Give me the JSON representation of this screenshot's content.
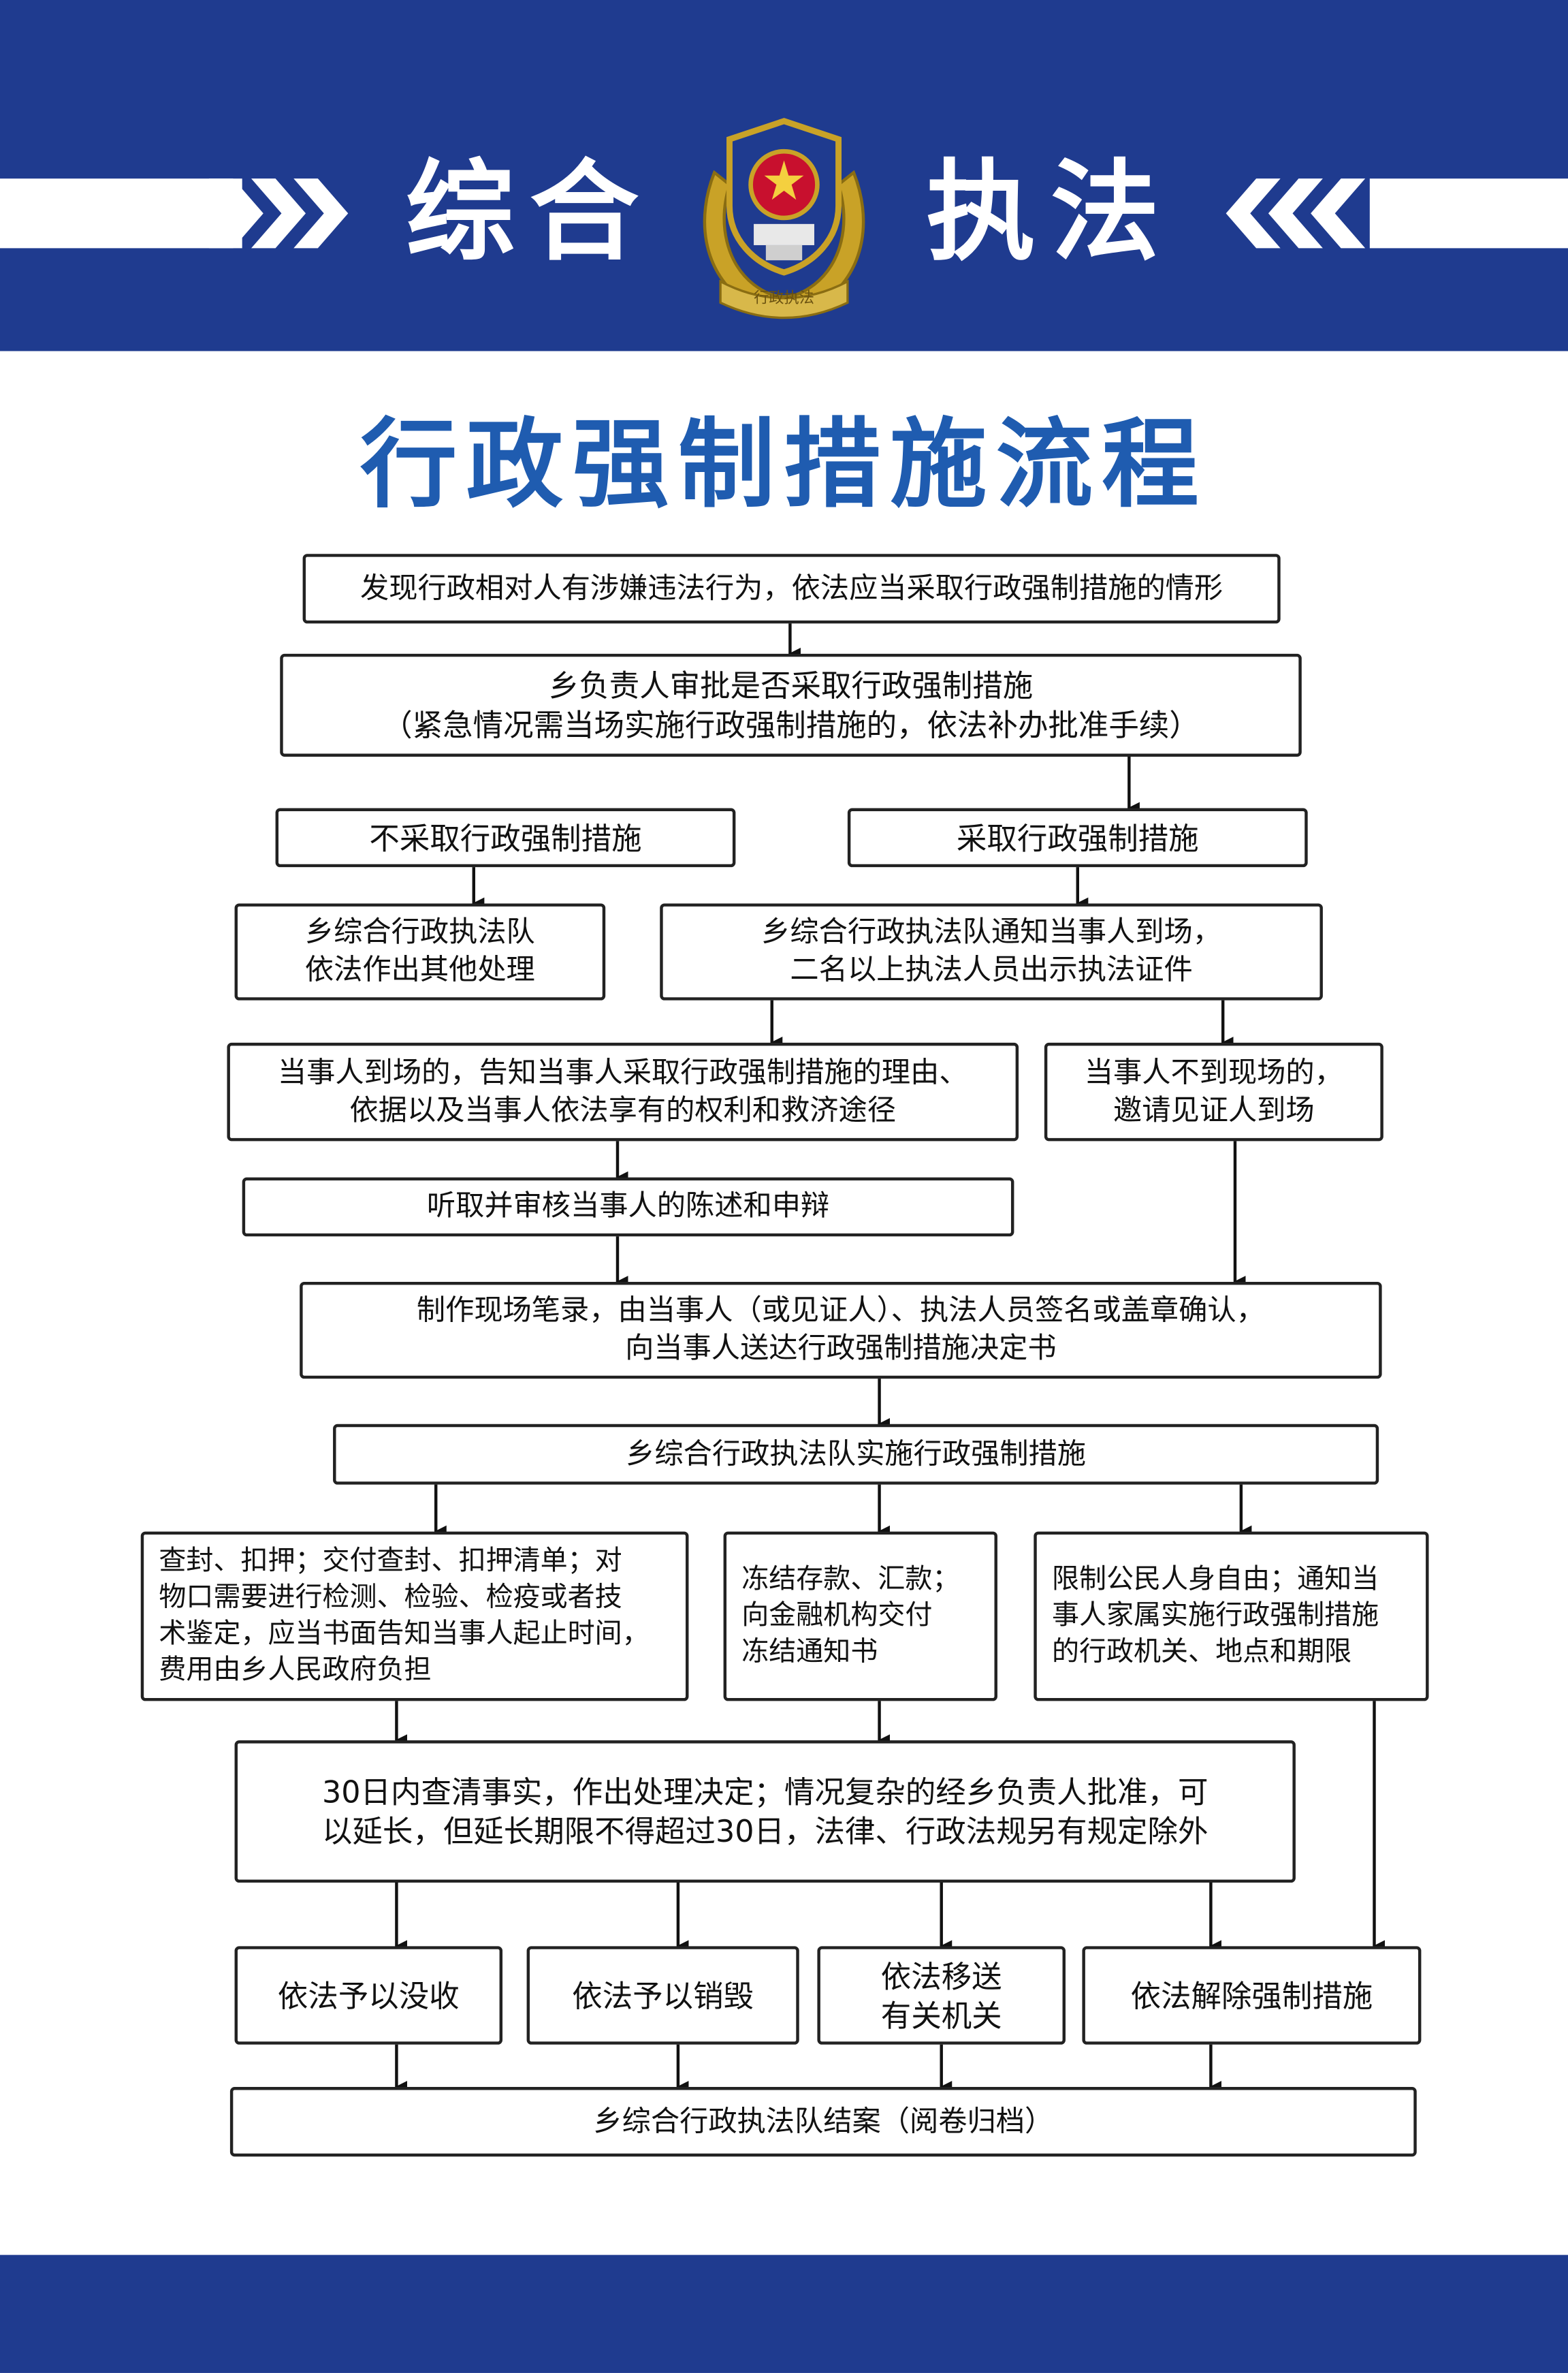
{
  "header": {
    "word_left": "综合",
    "word_right": "执法",
    "emblem_text": "行政执法",
    "colors": {
      "band": "#1f3b8f",
      "title": "#1f5cb0",
      "emblem_gold": "#c9a227",
      "emblem_red": "#c8102e"
    }
  },
  "title": "行政强制措施流程",
  "icons": {
    "emblem": "police-emblem-icon",
    "chevrons_left": "chevron-right-icon",
    "chevrons_right": "chevron-left-icon"
  },
  "flow": {
    "discover": "发现行政相对人有涉嫌违法行为，依法应当采取行政强制措施的情形",
    "approve": "乡负责人审批是否采取行政强制措施\n（紧急情况需当场实施行政强制措施的，依法补办批准手续）",
    "no_measure": "不采取行政强制措施",
    "take_measure": "采取行政强制措施",
    "other_handling": "乡综合行政执法队\n依法作出其他处理",
    "notify": "乡综合行政执法队通知当事人到场，\n二名以上执法人员出示执法证件",
    "present": "当事人到场的，告知当事人采取行政强制措施的理由、\n依据以及当事人依法享有的权利和救济途径",
    "absent": "当事人不到现场的，\n邀请见证人到场",
    "hearing": "听取并审核当事人的陈述和申辩",
    "record": "制作现场笔录，由当事人（或见证人）、执法人员签名或盖章确认，\n向当事人送达行政强制措施决定书",
    "implement": "乡综合行政执法队实施行政强制措施",
    "seal": "查封、扣押；交付查封、扣押清单；对\n物口需要进行检测、检验、检疫或者技\n术鉴定，应当书面告知当事人起止时间，\n费用由乡人民政府负担",
    "freeze": "冻结存款、汇款；\n向金融机构交付\n冻结通知书",
    "restrict": "限制公民人身自由；通知当\n事人家属实施行政强制措施\n的行政机关、地点和期限",
    "decision": "30日内查清事实，作出处理决定；情况复杂的经乡负责人批准，可\n以延长，但延长期限不得超过30日，法律、行政法规另有规定除外",
    "confiscate": "依法予以没收",
    "destroy": "依法予以销毁",
    "transfer": "依法移送\n有关机关",
    "release": "依法解除强制措施",
    "close": "乡综合行政执法队结案（阅卷归档）"
  }
}
